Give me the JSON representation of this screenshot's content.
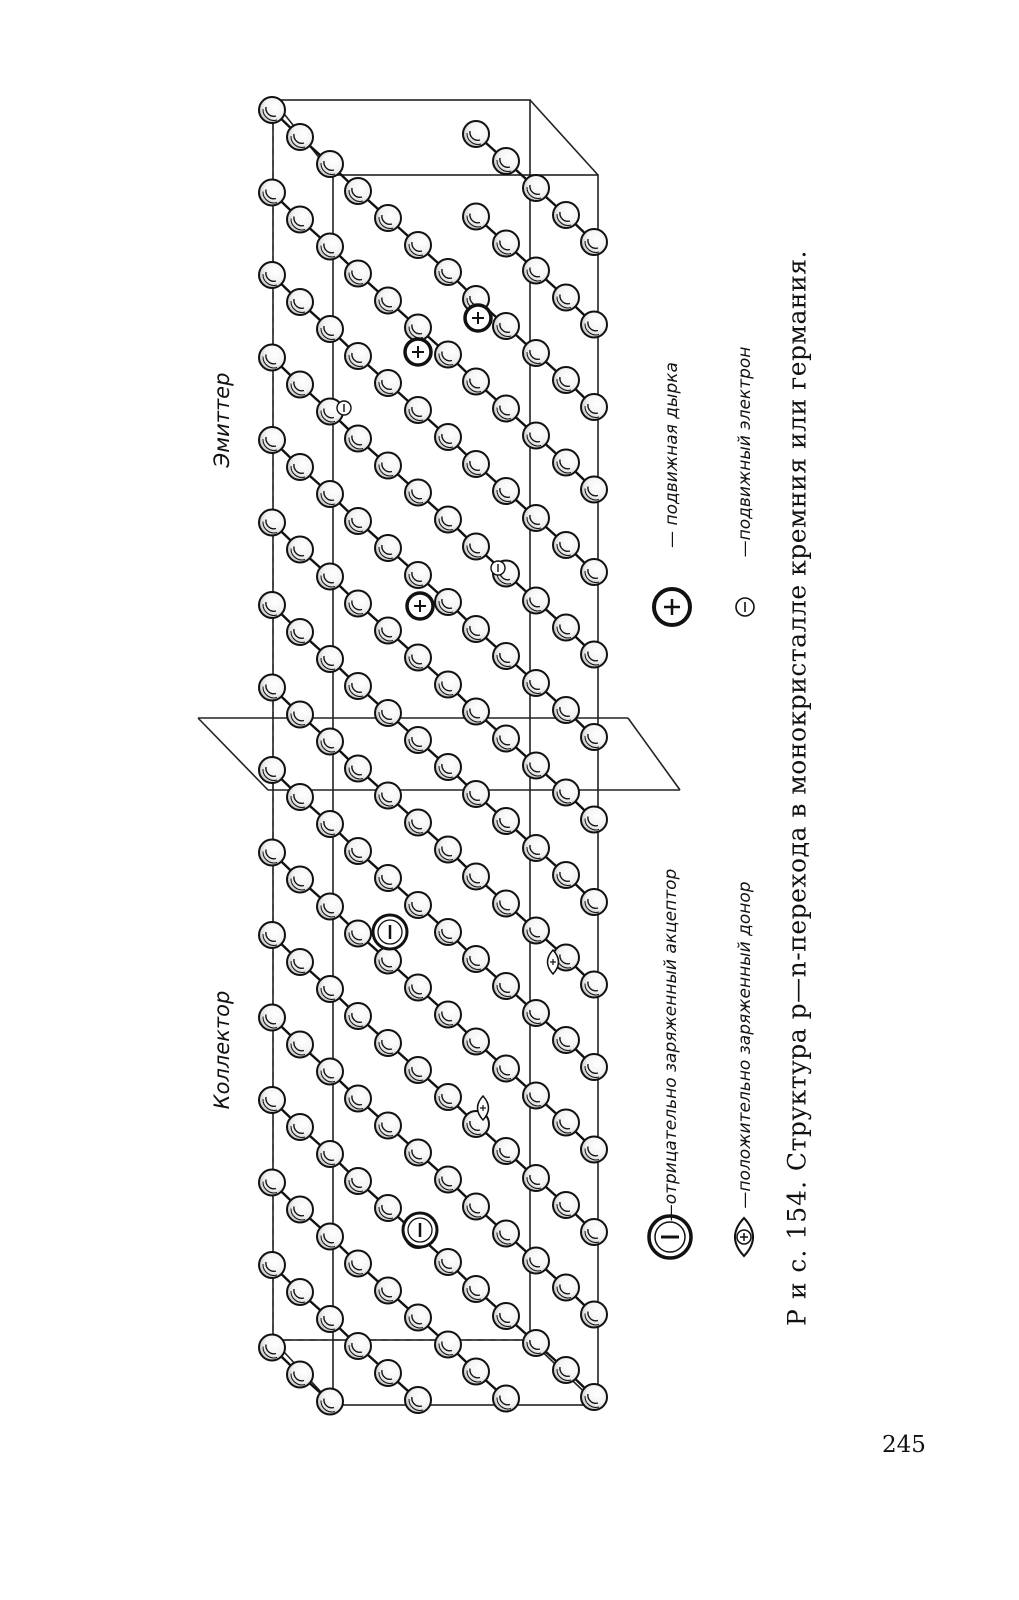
{
  "figure": {
    "region_labels": {
      "emitter": "Эмиттер",
      "collector": "Коллектор"
    },
    "legend": [
      {
        "symbol": "acceptor",
        "text": "—отрицательно заряженный акцептор"
      },
      {
        "symbol": "donor",
        "text": "—положительно заряженный донор"
      },
      {
        "symbol": "hole",
        "text": "— подвижная дырка"
      },
      {
        "symbol": "electron",
        "text": "—подвижный электрон"
      }
    ],
    "caption": {
      "label": "Р и с.  154.",
      "text": "Структура  p—n-перехода  в  монокристалле  кремния  или  германия."
    }
  },
  "page": {
    "number": "245"
  }
}
